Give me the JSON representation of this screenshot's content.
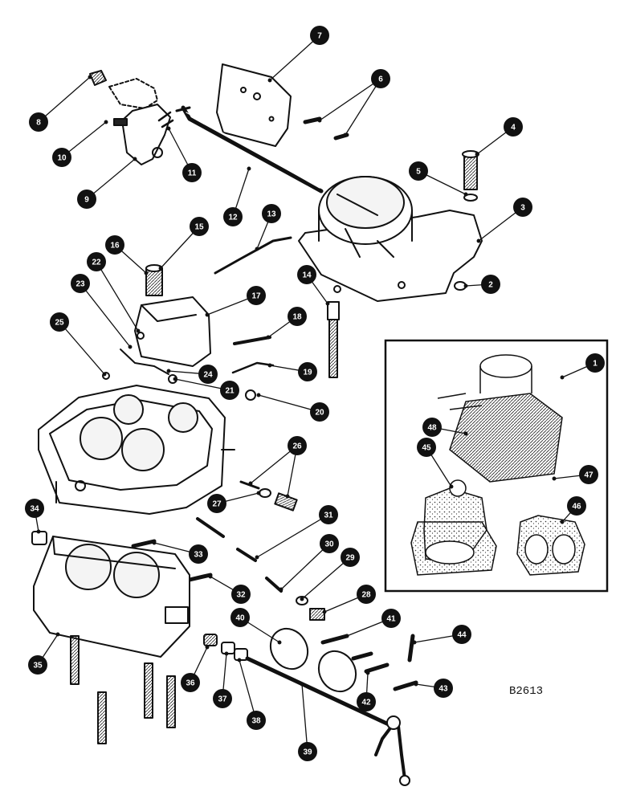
{
  "figure_ref": "B2613",
  "callouts": [
    {
      "id": "1",
      "leader": "down-left"
    },
    {
      "id": "2",
      "leader": "left"
    },
    {
      "id": "3",
      "leader": "down-left"
    },
    {
      "id": "4",
      "leader": "down-left"
    },
    {
      "id": "5",
      "leader": "down-right"
    },
    {
      "id": "6",
      "leader": "double"
    },
    {
      "id": "7",
      "leader": "down-left"
    },
    {
      "id": "8",
      "leader": "up-right"
    },
    {
      "id": "9",
      "leader": "up-right"
    },
    {
      "id": "10",
      "leader": "up-right"
    },
    {
      "id": "11",
      "leader": "up-left"
    },
    {
      "id": "12",
      "leader": "up-right"
    },
    {
      "id": "13",
      "leader": "down-left"
    },
    {
      "id": "14",
      "leader": "down"
    },
    {
      "id": "15",
      "leader": "down-left"
    },
    {
      "id": "16",
      "leader": "down-right"
    },
    {
      "id": "17",
      "leader": "down-left"
    },
    {
      "id": "18",
      "leader": "left"
    },
    {
      "id": "19",
      "leader": "left"
    },
    {
      "id": "20",
      "leader": "left"
    },
    {
      "id": "21",
      "leader": "up-left"
    },
    {
      "id": "22",
      "leader": "down"
    },
    {
      "id": "23",
      "leader": "down-right"
    },
    {
      "id": "24",
      "leader": "up-left"
    },
    {
      "id": "25",
      "leader": "down-right"
    },
    {
      "id": "26",
      "leader": "double"
    },
    {
      "id": "27",
      "leader": "right"
    },
    {
      "id": "28",
      "leader": "left"
    },
    {
      "id": "29",
      "leader": "down-left"
    },
    {
      "id": "30",
      "leader": "down-left"
    },
    {
      "id": "31",
      "leader": "down-left"
    },
    {
      "id": "32",
      "leader": "left"
    },
    {
      "id": "33",
      "leader": "left"
    },
    {
      "id": "34",
      "leader": "down"
    },
    {
      "id": "35",
      "leader": "up-right"
    },
    {
      "id": "36",
      "leader": "up"
    },
    {
      "id": "37",
      "leader": "up"
    },
    {
      "id": "38",
      "leader": "up"
    },
    {
      "id": "39",
      "leader": "up"
    },
    {
      "id": "40",
      "leader": "down-right"
    },
    {
      "id": "41",
      "leader": "left"
    },
    {
      "id": "42",
      "leader": "up"
    },
    {
      "id": "43",
      "leader": "left"
    },
    {
      "id": "44",
      "leader": "left"
    },
    {
      "id": "45",
      "leader": "down-right"
    },
    {
      "id": "46",
      "leader": "down"
    },
    {
      "id": "47",
      "leader": "left"
    },
    {
      "id": "48",
      "leader": "right"
    }
  ]
}
